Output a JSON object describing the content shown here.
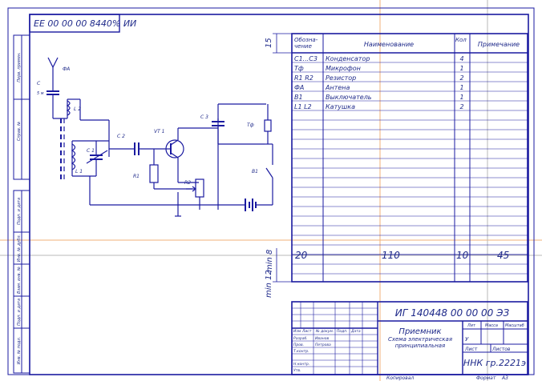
{
  "colors": {
    "line": "#1a1aa0",
    "text": "#1f2a8a",
    "guide_orange": "#f2b07a",
    "guide_gray": "#b8b8b8"
  },
  "top_stamp": "ЕЕ 00 00 00 8440% ИИ",
  "sidebar": {
    "upper": [
      "Перв. примен.",
      "Справ. №"
    ],
    "lower": [
      "Подп. и дата",
      "Инв. № дубл.",
      "Взам. инв. №",
      "Подп. и дата",
      "Инв. № подл."
    ]
  },
  "dims": {
    "d15": "15",
    "d8": "min 8",
    "d12": "min 12",
    "w20": "20",
    "w110": "110",
    "w10": "10",
    "w45": "45"
  },
  "schematic_labels": {
    "antenna": "ФА",
    "c_top": "C",
    "c_top_value": "5 м",
    "l2": "L 2",
    "l1": "L 1",
    "c1": "C 1",
    "c2": "C 2",
    "vt1": "VT 1",
    "c3": "C 3",
    "tf": "Тф",
    "r1": "R1",
    "r2": "R2",
    "b1": "B1"
  },
  "spec_table": {
    "headers": [
      "Обозна-\nчение",
      "Наименование",
      "Кол",
      "Примечание"
    ],
    "rows": [
      [
        "С1...С3",
        "Конденсатор",
        "4"
      ],
      [
        "Тф",
        "Микрофон",
        "1"
      ],
      [
        "R1 R2",
        "Резистор",
        "2"
      ],
      [
        "ФА",
        "Антена",
        "1"
      ],
      [
        "В1",
        "Выключатель",
        "1"
      ],
      [
        "L1 L2",
        "Катушка",
        "2"
      ]
    ]
  },
  "title_block": {
    "doc_code": "ИГ 140448 00 00 00 ЭЗ",
    "name_line1": "Приемник",
    "name_line2": "Схема электрическая",
    "name_line3": "принципиальная",
    "col_labels": [
      "Изм",
      "Лист",
      "№ докум.",
      "Подп.",
      "Дата"
    ],
    "role_labels": [
      "Разраб.",
      "Пров.",
      "Т.контр.",
      "Н.контр.",
      "Утв."
    ],
    "names": [
      "Иванов",
      "Петрова"
    ],
    "lit": "Лит",
    "mass": "Масса",
    "scale": "Масштаб",
    "lit_value": "У",
    "sheet": "Лист",
    "sheets": "Листов",
    "org": "ННК гр.2221э",
    "copied": "Копировал",
    "format": "Формат",
    "format_value": "А3"
  }
}
